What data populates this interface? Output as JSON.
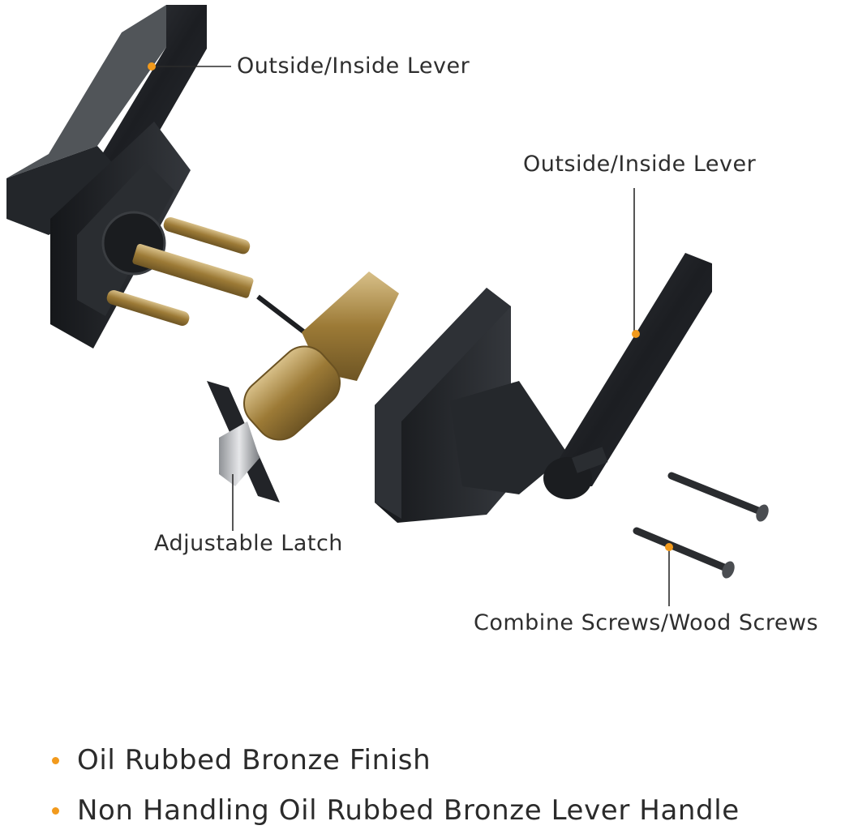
{
  "callouts": {
    "lever_top": "Outside/Inside Lever",
    "lever_right": "Outside/Inside Lever",
    "latch": "Adjustable Latch",
    "screws": "Combine Screws/Wood Screws"
  },
  "features": [
    "Oil Rubbed Bronze Finish",
    "Non Handling Oil Rubbed Bronze Lever Handle"
  ],
  "colors": {
    "accent_dot": "#f29a1c",
    "bronze_black": "#1f2226",
    "brass": "#b08a3e",
    "background": "#ffffff"
  }
}
